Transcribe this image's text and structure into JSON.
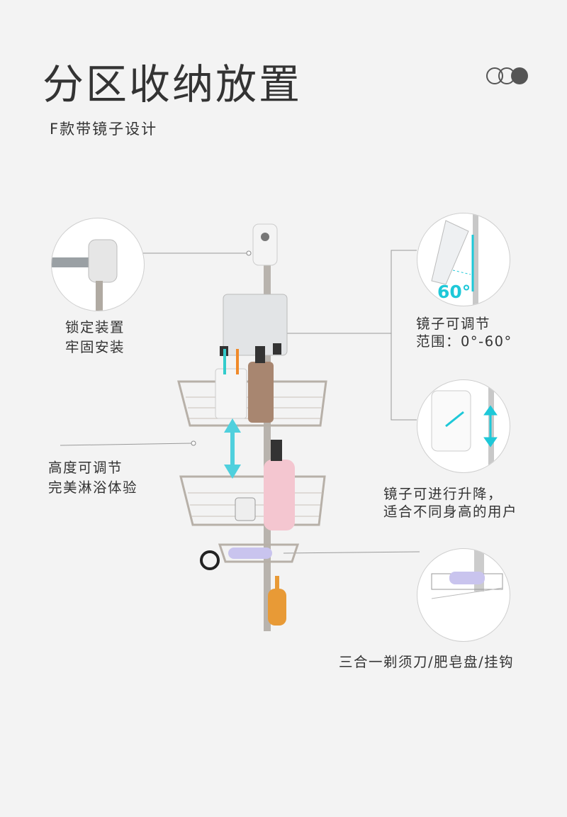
{
  "header": {
    "title": "分区收纳放置",
    "subtitle": "F款带镜子设计"
  },
  "callouts": {
    "lock": {
      "line1": "锁定装置",
      "line2": "牢固安装"
    },
    "mirror_angle": {
      "line1": "镜子可调节",
      "line2": "范围：0°-60°",
      "badge": "60°"
    },
    "height": {
      "line1": "高度可调节",
      "line2": "完美淋浴体验"
    },
    "mirror_lift": {
      "line1": "镜子可进行升降，",
      "line2": "适合不同身高的用户"
    },
    "three_in_one": {
      "line1": "三合一剃须刀/肥皂盘/挂钩"
    }
  },
  "colors": {
    "accent": "#1ec8d8",
    "text": "#333333",
    "background": "#f3f3f3"
  }
}
